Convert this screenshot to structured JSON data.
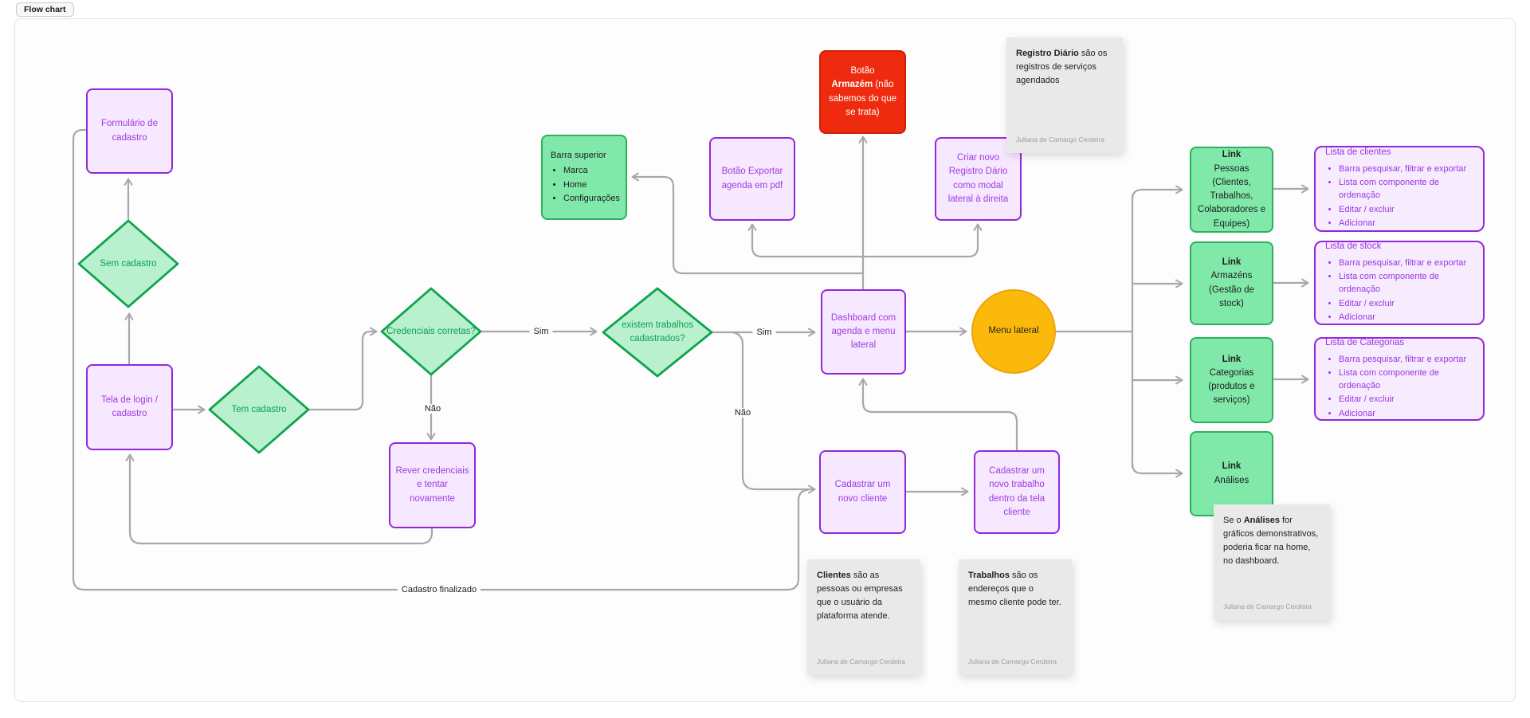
{
  "app": {
    "tab_label": "Flow chart"
  },
  "colors": {
    "purple_border": "#9128dc",
    "purple_fill": "#f6e8fe",
    "purple_text": "#a03ae0",
    "diamond_fill": "#b9f0cd",
    "diamond_border": "#0da44c",
    "diamond_text": "#0aa152",
    "green_rect_fill": "#80e9a9",
    "green_rect_border": "#2bb161",
    "red_fill": "#ee2b0e",
    "yellow_fill": "#fbba0b",
    "connector": "#a8a8a8",
    "sticky_fill": "#e9e9e9"
  },
  "flow": {
    "nodes": {
      "formulario": {
        "label": "Formulário de cadastro"
      },
      "sem_cadastro": {
        "label": "Sem cadastro"
      },
      "tela_login": {
        "label": "Tela de login / cadastro"
      },
      "tem_cadastro": {
        "label": "Tem cadastro"
      },
      "credenciais": {
        "label": "Credenciais corretas?"
      },
      "rever": {
        "label": "Rever credenciais e tentar novamente"
      },
      "existem": {
        "label": "existem trabalhos cadastrados?"
      },
      "dashboard": {
        "label": "Dashboard com agenda e menu lateral"
      },
      "menu_lateral": {
        "label": "Menu lateral"
      },
      "barra_superior": {
        "title": "Barra superior",
        "items": [
          "Marca",
          "Home",
          "Configurações"
        ]
      },
      "exportar": {
        "label": "Botão Exportar agenda em pdf"
      },
      "armazem": {
        "pre": "Botão",
        "bold": "Armazém",
        "post": " (não sabemos do que se trata)"
      },
      "criar_registro": {
        "label": "Criar novo Registro Dário como modal lateral à direita"
      },
      "cadastrar_cliente": {
        "label": "Cadastrar um novo cliente"
      },
      "cadastrar_trabalho": {
        "label": "Cadastrar um novo trabalho dentro da tela cliente"
      },
      "link_pessoas": {
        "bold": "Link",
        "rest": "Pessoas (Clientes, Trabalhos, Colaboradores e Equipes)"
      },
      "link_armazens": {
        "bold": "Link",
        "rest": "Armazéns (Gestão de stock)"
      },
      "link_categorias": {
        "bold": "Link",
        "rest": "Categorias (produtos e serviços)"
      },
      "link_analises": {
        "bold": "Link",
        "rest": "Análises"
      }
    },
    "listas": {
      "clientes": {
        "title": "Lista de clientes",
        "items": [
          "Barra pesquisar, filtrar e exportar",
          "Lista com componente de ordenação",
          "Editar / excluir",
          "Adicionar"
        ]
      },
      "stock": {
        "title": "Lista de stock",
        "items": [
          "Barra pesquisar, filtrar e exportar",
          "Lista com componente de ordenação",
          "Editar / excluir",
          "Adicionar"
        ]
      },
      "categorias": {
        "title": "Lista de Categorias",
        "items": [
          "Barra pesquisar, filtrar e exportar",
          "Lista com componente de ordenação",
          "Editar / excluir",
          "Adicionar"
        ]
      }
    },
    "edge_labels": {
      "sim_credenciais": "Sim",
      "nao_credenciais": "Não",
      "sim_trabalhos": "Sim",
      "nao_trabalhos": "Não",
      "cadastro_finalizado": "Cadastro finalizado"
    },
    "stickies": {
      "registro": {
        "bold": "Registro Diário",
        "text": " são os registros de serviços agendados",
        "author": "Juliana de Camargo Cerdeira"
      },
      "clientes": {
        "bold": "Clientes",
        "text": " são as pessoas ou empresas que o usuário da plataforma atende.",
        "author": "Juliana de Camargo Cerdeira"
      },
      "trabalhos": {
        "bold": "Trabalhos",
        "text": " são os endereços que o mesmo cliente pode ter.",
        "author": "Juliana de Camargo Cerdeira"
      },
      "analises": {
        "pre": "Se o ",
        "bold": "Análises",
        "post": " for gráficos demonstrativos, poderia ficar na home, no dashboard.",
        "author": "Juliana de Camargo Cerdeira"
      }
    }
  }
}
